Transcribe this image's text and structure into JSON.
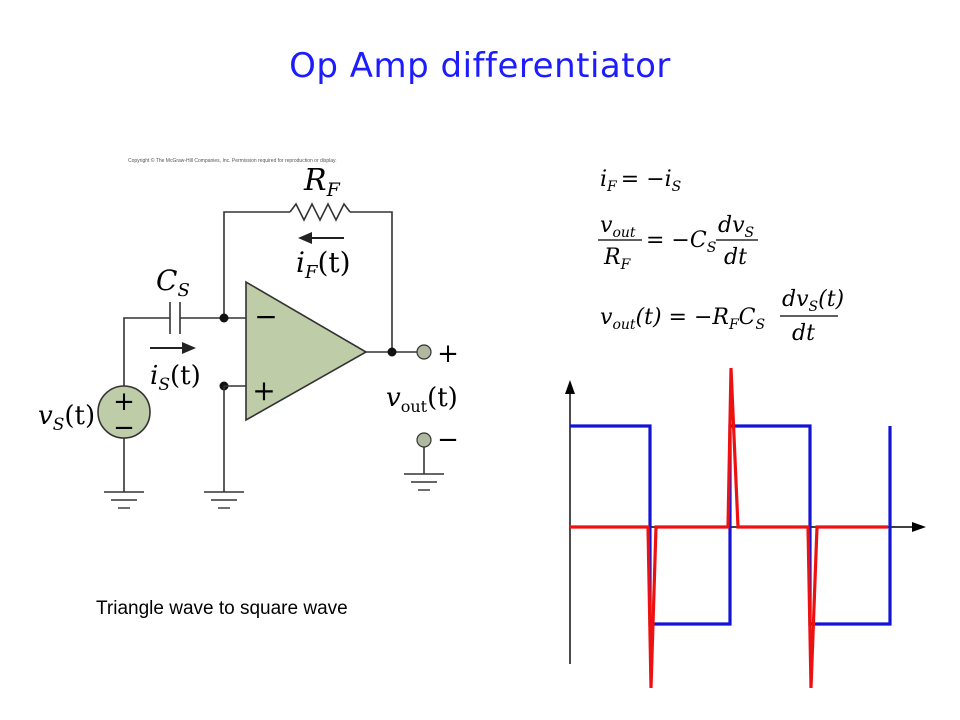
{
  "slide": {
    "title": "Op Amp differentiator",
    "caption": "Triangle wave to square wave",
    "copyright": "Copyright © The McGraw-Hill Companies, Inc. Permission required for reproduction or display."
  },
  "circuit": {
    "feedback_resistor": {
      "symbol": "R",
      "subscript": "F"
    },
    "feedback_current": {
      "symbol": "i",
      "subscript": "F",
      "arg": "(t)"
    },
    "input_capacitor": {
      "symbol": "C",
      "subscript": "S"
    },
    "input_current": {
      "symbol": "i",
      "subscript": "S",
      "arg": "(t)"
    },
    "source": {
      "symbol": "v",
      "subscript": "S",
      "arg": "(t)",
      "plus": "+",
      "minus": "−"
    },
    "opamp": {
      "inverting": "−",
      "noninverting": "+"
    },
    "output": {
      "symbol": "v",
      "subscript": "out",
      "arg": "(t)",
      "plus": "+",
      "minus": "−"
    }
  },
  "equations": {
    "eq1": {
      "lhs": "i",
      "lhs_sub": "F",
      "rhs": "= −i",
      "rhs_sub": "S"
    },
    "eq2": {
      "num": "v",
      "num_sub": "out",
      "den": "R",
      "den_sub": "F",
      "mid": "= −C",
      "mid_sub": "S",
      "frac_num": "dv",
      "frac_num_sub": "S",
      "frac_den": "dt"
    },
    "eq3": {
      "lhs": "v",
      "lhs_sub": "out",
      "lhs_arg": "(t) = −R",
      "r_sub": "F",
      "c": "C",
      "c_sub": "S",
      "frac_num": "dv",
      "frac_num_sub": "S",
      "frac_num_arg": "(t)",
      "frac_den": "dt"
    }
  },
  "waveform": {
    "colors": {
      "input": "#1414d2",
      "output": "#ee1111",
      "axes": "#000000",
      "circuit": "#333333",
      "opamp_fill": "#bfcca8",
      "terminal_fill": "#b0b8a0"
    }
  }
}
